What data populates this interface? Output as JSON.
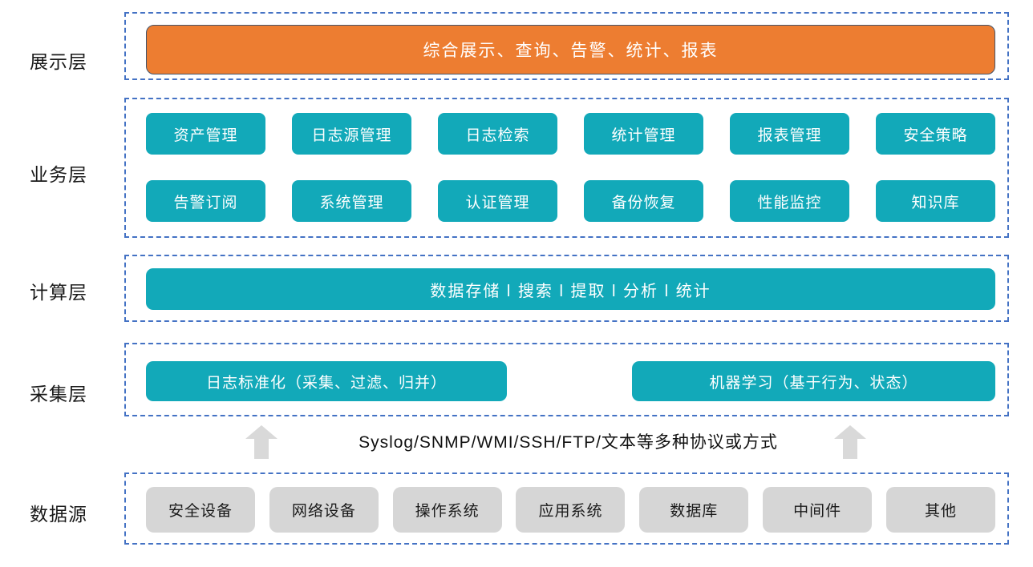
{
  "colors": {
    "orange": "#ED7D31",
    "orange-border": "#44546A",
    "teal": "#12A9B9",
    "gray-box": "#D6D6D6",
    "dashed": "#4472C4",
    "text-dark": "#1A1A1A"
  },
  "layers": [
    {
      "id": "presentation",
      "label": "展示层",
      "boxes": [
        "综合展示、查询、告警、统计、报表"
      ]
    },
    {
      "id": "business",
      "label": "业务层",
      "rows": [
        [
          "资产管理",
          "日志源管理",
          "日志检索",
          "统计管理",
          "报表管理",
          "安全策略"
        ],
        [
          "告警订阅",
          "系统管理",
          "认证管理",
          "备份恢复",
          "性能监控",
          "知识库"
        ]
      ]
    },
    {
      "id": "computing",
      "label": "计算层",
      "boxes": [
        "数据存储 l 搜索 l 提取 l 分析 l 统计"
      ]
    },
    {
      "id": "collection",
      "label": "采集层",
      "boxes": [
        "日志标准化（采集、过滤、归并）",
        "机器学习（基于行为、状态）"
      ]
    },
    {
      "id": "datasource",
      "label": "数据源",
      "boxes": [
        "安全设备",
        "网络设备",
        "操作系统",
        "应用系统",
        "数据库",
        "中间件",
        "其他"
      ]
    }
  ],
  "transport": {
    "text": "Syslog/SNMP/WMI/SSH/FTP/文本等多种协议或方式",
    "arrow_icon": "up-arrow"
  }
}
